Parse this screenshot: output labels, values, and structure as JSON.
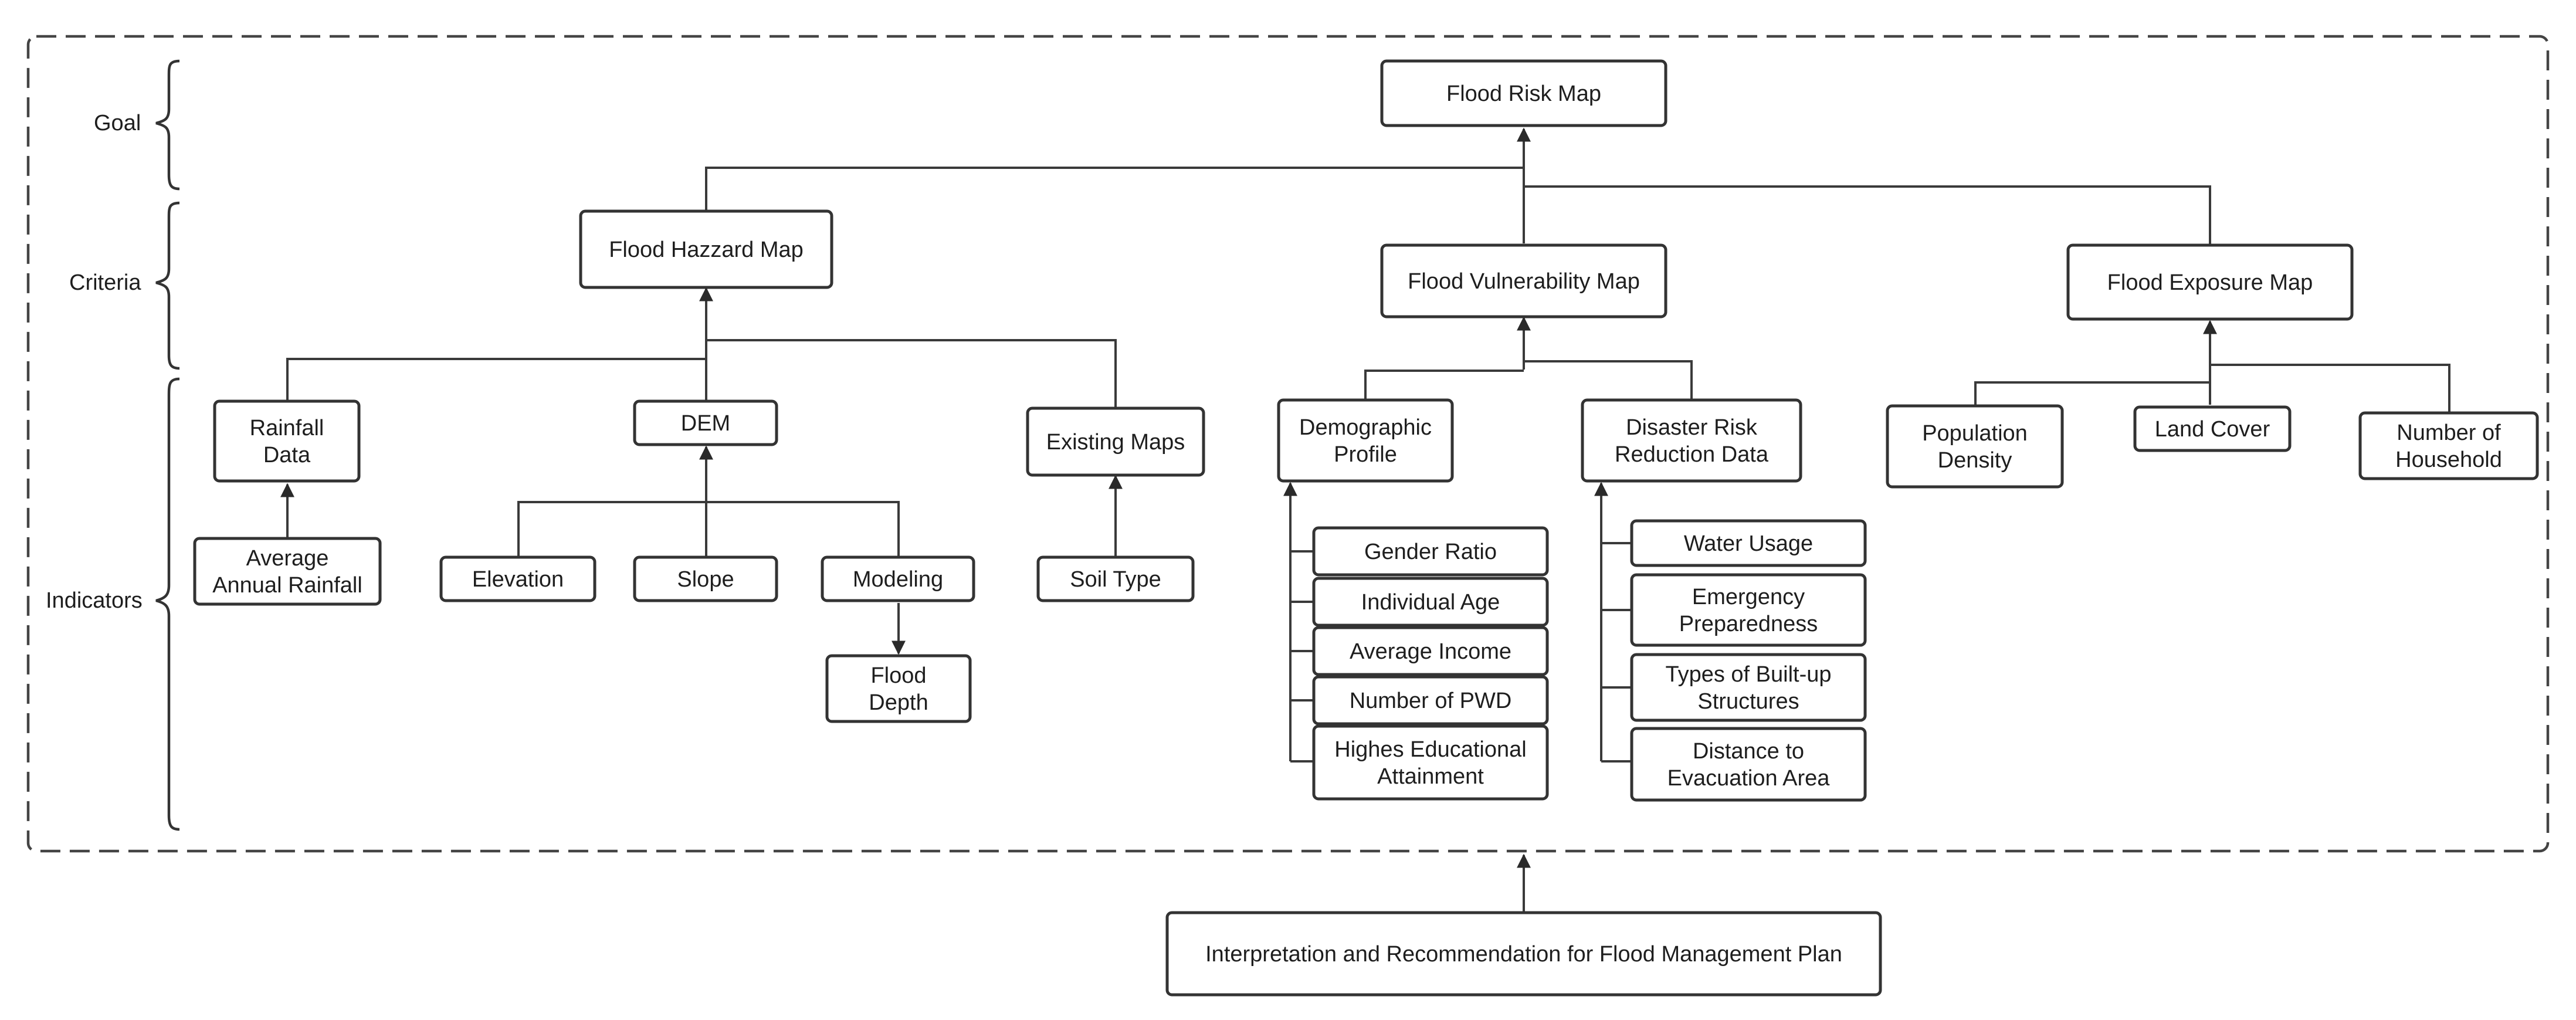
{
  "levels": {
    "goal": "Goal",
    "criteria": "Criteria",
    "indicators": "Indicators"
  },
  "nodes": {
    "flood_risk_map": [
      "Flood Risk Map"
    ],
    "flood_hazzard_map": [
      "Flood Hazzard Map"
    ],
    "flood_vulnerability_map": [
      "Flood Vulnerability Map"
    ],
    "flood_exposure_map": [
      "Flood Exposure Map"
    ],
    "rainfall_data": [
      "Rainfall",
      "Data"
    ],
    "dem": [
      "DEM"
    ],
    "existing_maps": [
      "Existing Maps"
    ],
    "average_annual_rainfall": [
      "Average",
      "Annual Rainfall"
    ],
    "elevation": [
      "Elevation"
    ],
    "slope": [
      "Slope"
    ],
    "modeling": [
      "Modeling"
    ],
    "flood_depth": [
      "Flood",
      "Depth"
    ],
    "soil_type": [
      "Soil Type"
    ],
    "demographic_profile": [
      "Demographic",
      "Profile"
    ],
    "disaster_risk_reduction_data": [
      "Disaster Risk",
      "Reduction Data"
    ],
    "gender_ratio": [
      "Gender Ratio"
    ],
    "individual_age": [
      "Individual Age"
    ],
    "average_income": [
      "Average Income"
    ],
    "number_of_pwd": [
      "Number of PWD"
    ],
    "highes_educational_attainment": [
      "Highes Educational",
      "Attainment"
    ],
    "water_usage": [
      "Water Usage"
    ],
    "emergency_preparedness": [
      "Emergency",
      "Preparedness"
    ],
    "types_of_built_up_structures": [
      "Types of Built-up",
      "Structures"
    ],
    "distance_to_evacuation_area": [
      "Distance to",
      "Evacuation Area"
    ],
    "population_density": [
      "Population",
      "Density"
    ],
    "land_cover": [
      "Land Cover"
    ],
    "number_of_household": [
      "Number of",
      "Household"
    ],
    "interpretation": [
      "Interpretation and Recommendation for Flood Management Plan"
    ]
  }
}
